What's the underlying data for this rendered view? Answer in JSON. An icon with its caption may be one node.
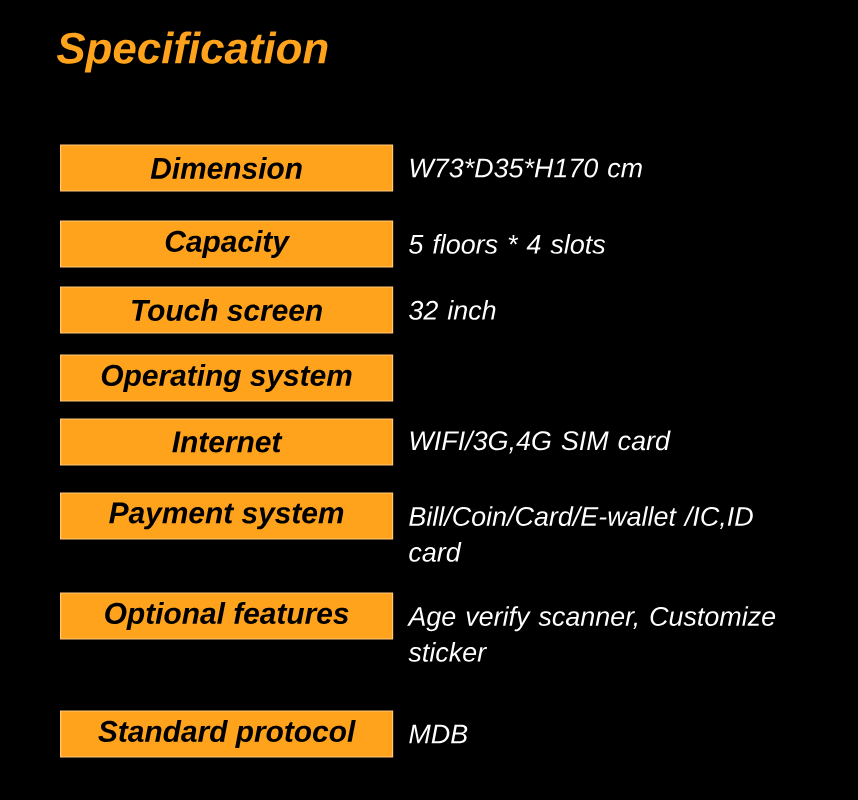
{
  "diagram": {
    "title": "Specification",
    "nodes": [
      {
        "text": [
          "Dimension"
        ],
        "beside": [
          "W73*D35*H170 cm"
        ]
      },
      {
        "text": [
          "Capacity"
        ],
        "beside": [
          "5 floors * 4 slots"
        ]
      },
      {
        "text": [
          "Touch screen"
        ],
        "beside": [
          "32 inch"
        ]
      },
      {
        "text": [
          "Operating system"
        ]
      },
      {
        "text": [
          "Internet"
        ],
        "beside": [
          "WIFI/3G,4G SIM card"
        ]
      },
      {
        "text": [
          "Payment system"
        ],
        "beside": [
          "Bill/Coin/Card/E-wallet /IC,ID card"
        ]
      },
      {
        "text": [
          "Optional features"
        ],
        "beside": [
          "Age verify scanner, Customize sticker"
        ]
      },
      {
        "text": [
          "Standard protocol"
        ],
        "beside": [
          "MDB"
        ]
      }
    ]
  }
}
